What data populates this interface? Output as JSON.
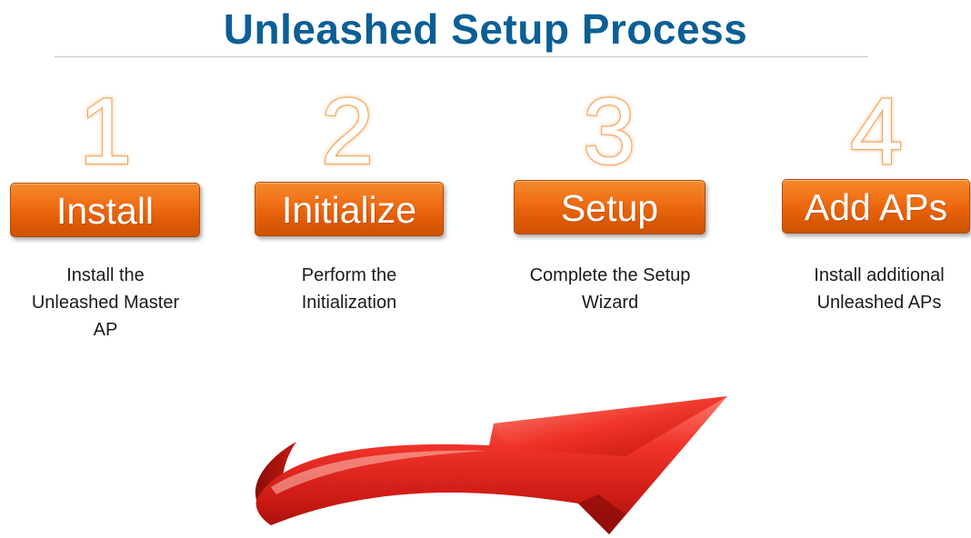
{
  "title": "Unleashed Setup Process",
  "accent_colors": {
    "title": "#0b5f95",
    "button": "#f06e14",
    "number_outline": "#f3a35a",
    "arrow": "#e8201c"
  },
  "steps": [
    {
      "number": "1",
      "button_label": "Install",
      "description_lines": [
        "Install the",
        "Unleashed Master",
        "AP"
      ]
    },
    {
      "number": "2",
      "button_label": "Initialize",
      "description_lines": [
        "Perform the",
        "Initialization"
      ]
    },
    {
      "number": "3",
      "button_label": "Setup",
      "description_lines": [
        "Complete the Setup",
        "Wizard"
      ]
    },
    {
      "number": "4",
      "button_label": "Add APs",
      "description_lines": [
        "Install additional",
        "Unleashed APs"
      ]
    }
  ],
  "decorations": {
    "arrow_icon": "curved-arrow-icon"
  }
}
